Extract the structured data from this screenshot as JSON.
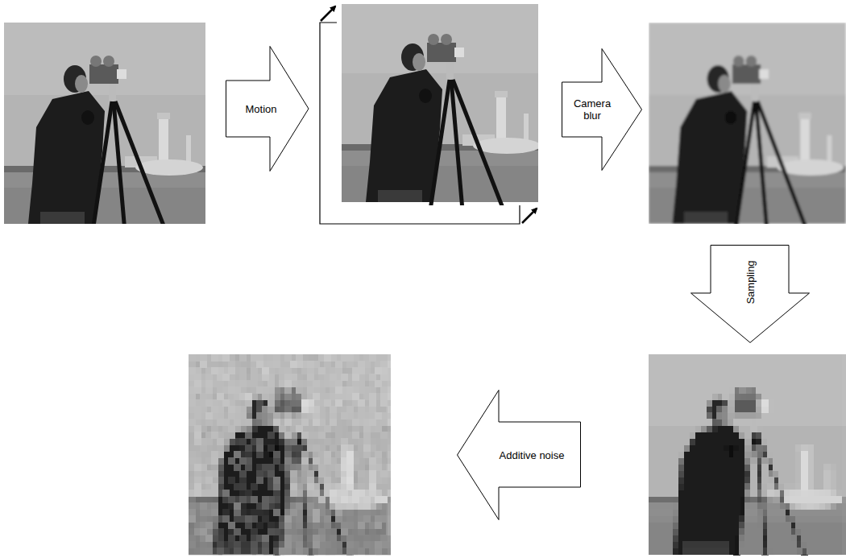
{
  "diagram": {
    "nodes": [
      {
        "text": [
          "Motion"
        ]
      },
      {
        "text": [
          "Camera blur"
        ]
      },
      {
        "text": [
          "Sampling"
        ]
      },
      {
        "text": [
          "Additive noise"
        ]
      }
    ]
  }
}
